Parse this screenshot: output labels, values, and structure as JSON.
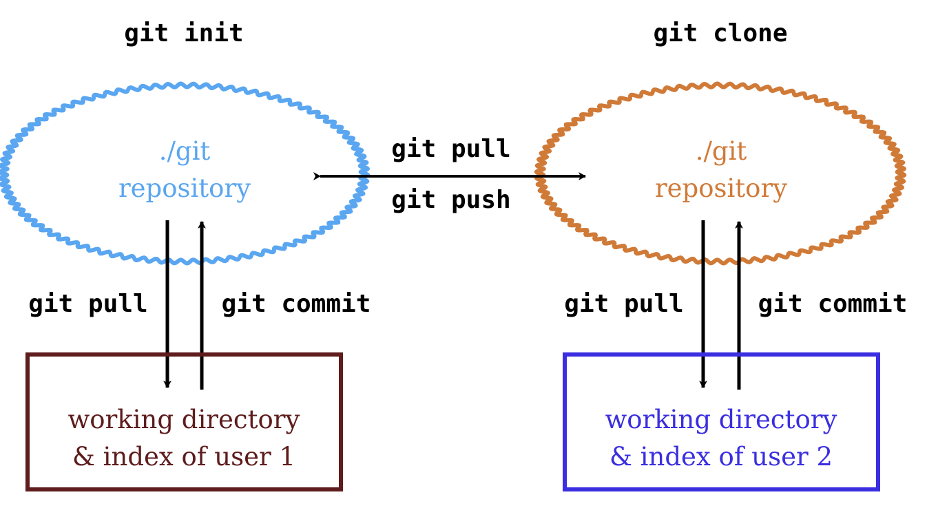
{
  "colors": {
    "repo1": "#5aa6f0",
    "repo2": "#d07a38",
    "box1": "#5e1c1c",
    "box2": "#3a2ee0",
    "arrow": "#000000"
  },
  "top_labels": {
    "left": "git init",
    "right": "git clone"
  },
  "repo1": {
    "line1": "./git",
    "line2": "repository"
  },
  "repo2": {
    "line1": "./git",
    "line2": "repository"
  },
  "sync": {
    "pull": "git pull",
    "push": "git push"
  },
  "user1": {
    "pull_label": "git pull",
    "commit_label": "git commit",
    "box_line1": "working directory",
    "box_line2": "& index of user 1"
  },
  "user2": {
    "pull_label": "git pull",
    "commit_label": "git commit",
    "box_line1": "working directory",
    "box_line2": "& index of user 2"
  }
}
